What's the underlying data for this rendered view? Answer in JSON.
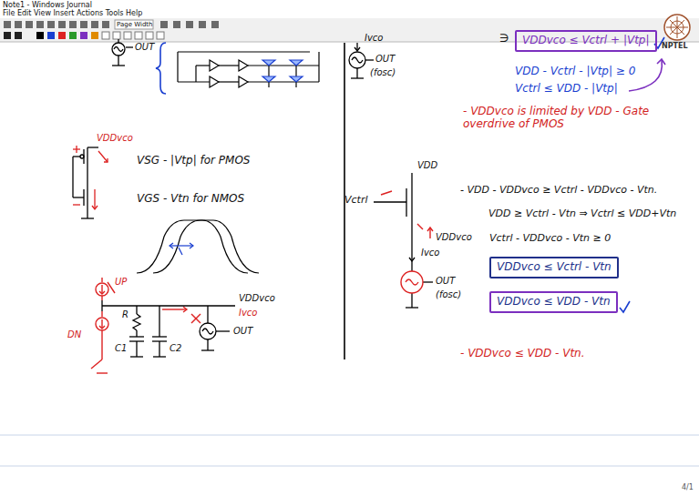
{
  "diagram": {
    "nodes": [
      {
        "text": [
          "VDDvco ≤ Vctrl + |Vtp|"
        ]
      },
      {
        "text": [
          "VDDvco ≤ Vctrl - Vtn"
        ]
      },
      {
        "text": [
          "VDDvco ≤ VDD - Vtn"
        ]
      }
    ],
    "labels": [
      "Note1 - Windows Journal",
      "File Edit View Insert Actions Tools Help",
      "Page Width",
      "NPTEL",
      "OUT",
      "VDDvco",
      "VSG - |Vtp| for PMOS",
      "VGS - Vtn for NMOS",
      "UP",
      "DN",
      "R",
      "C1",
      "C2",
      "VDDvco",
      "Ivco",
      "OUT",
      "Ivco",
      "OUT",
      "(fosc)",
      "∋",
      "VDD - Vctrl - |Vtp| ≥ 0",
      "Vctrl ≤ VDD - |Vtp|",
      "- VDDvco is limited by VDD - Gate overdrive of PMOS",
      "VDD",
      "Vctrl",
      "VDDvco",
      "Ivco",
      "OUT",
      "(fosc)",
      "- VDD - VDDvco ≥ Vctrl - VDDvco - Vtn.",
      "VDD ≥ Vctrl - Vtn ⇒ Vctrl ≤ VDD+Vtn",
      "Vctrl - VDDvco - Vtn ≥ 0",
      "- VDDvco ≤ VDD - Vtn.",
      "4/1"
    ]
  }
}
